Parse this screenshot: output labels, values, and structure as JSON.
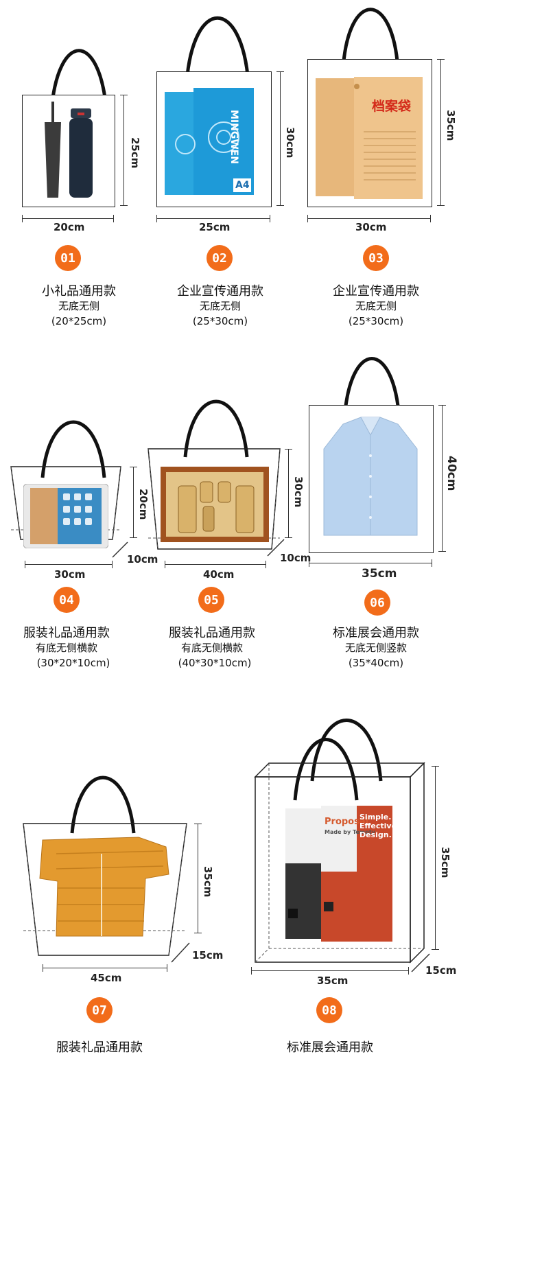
{
  "colors": {
    "accent": "#f26c1a",
    "handle": "#111111",
    "outline": "#222222"
  },
  "items": [
    {
      "badge": "01",
      "title": "小礼品通用款",
      "subtitle": "无底无侧",
      "size": "(20*25cm)",
      "width_label": "20cm",
      "height_label": "25cm"
    },
    {
      "badge": "02",
      "title": "企业宣传通用款",
      "subtitle": "无底无侧",
      "size": "(25*30cm)",
      "width_label": "25cm",
      "height_label": "30cm",
      "box_brand": "MINGWEN",
      "box_size": "A4"
    },
    {
      "badge": "03",
      "title": "企业宣传通用款",
      "subtitle": "无底无侧",
      "size": "(25*30cm)",
      "width_label": "30cm",
      "height_label": "35cm",
      "envelope_text": "档案袋"
    },
    {
      "badge": "04",
      "title": "服装礼品通用款",
      "subtitle": "有底无侧横款",
      "size": "(30*20*10cm)",
      "width_label": "30cm",
      "height_label": "20cm",
      "depth_label": "10cm"
    },
    {
      "badge": "05",
      "title": "服装礼品通用款",
      "subtitle": "有底无侧横款",
      "size": "(40*30*10cm)",
      "width_label": "40cm",
      "height_label": "30cm",
      "depth_label": "10cm"
    },
    {
      "badge": "06",
      "title": "标准展会通用款",
      "subtitle": "无底无侧竖款",
      "size": "(35*40cm)",
      "width_label": "35cm",
      "height_label": "40cm"
    },
    {
      "badge": "07",
      "title": "服装礼品通用款",
      "width_label": "45cm",
      "height_label": "35cm",
      "depth_label": "15cm"
    },
    {
      "badge": "08",
      "title": "标准展会通用款",
      "width_label": "35cm",
      "height_label": "35cm",
      "depth_label": "15cm",
      "book_title": "Proposal",
      "book_sub": "Made by Tempty",
      "book2_text": "Simple. Effective. Design."
    }
  ]
}
